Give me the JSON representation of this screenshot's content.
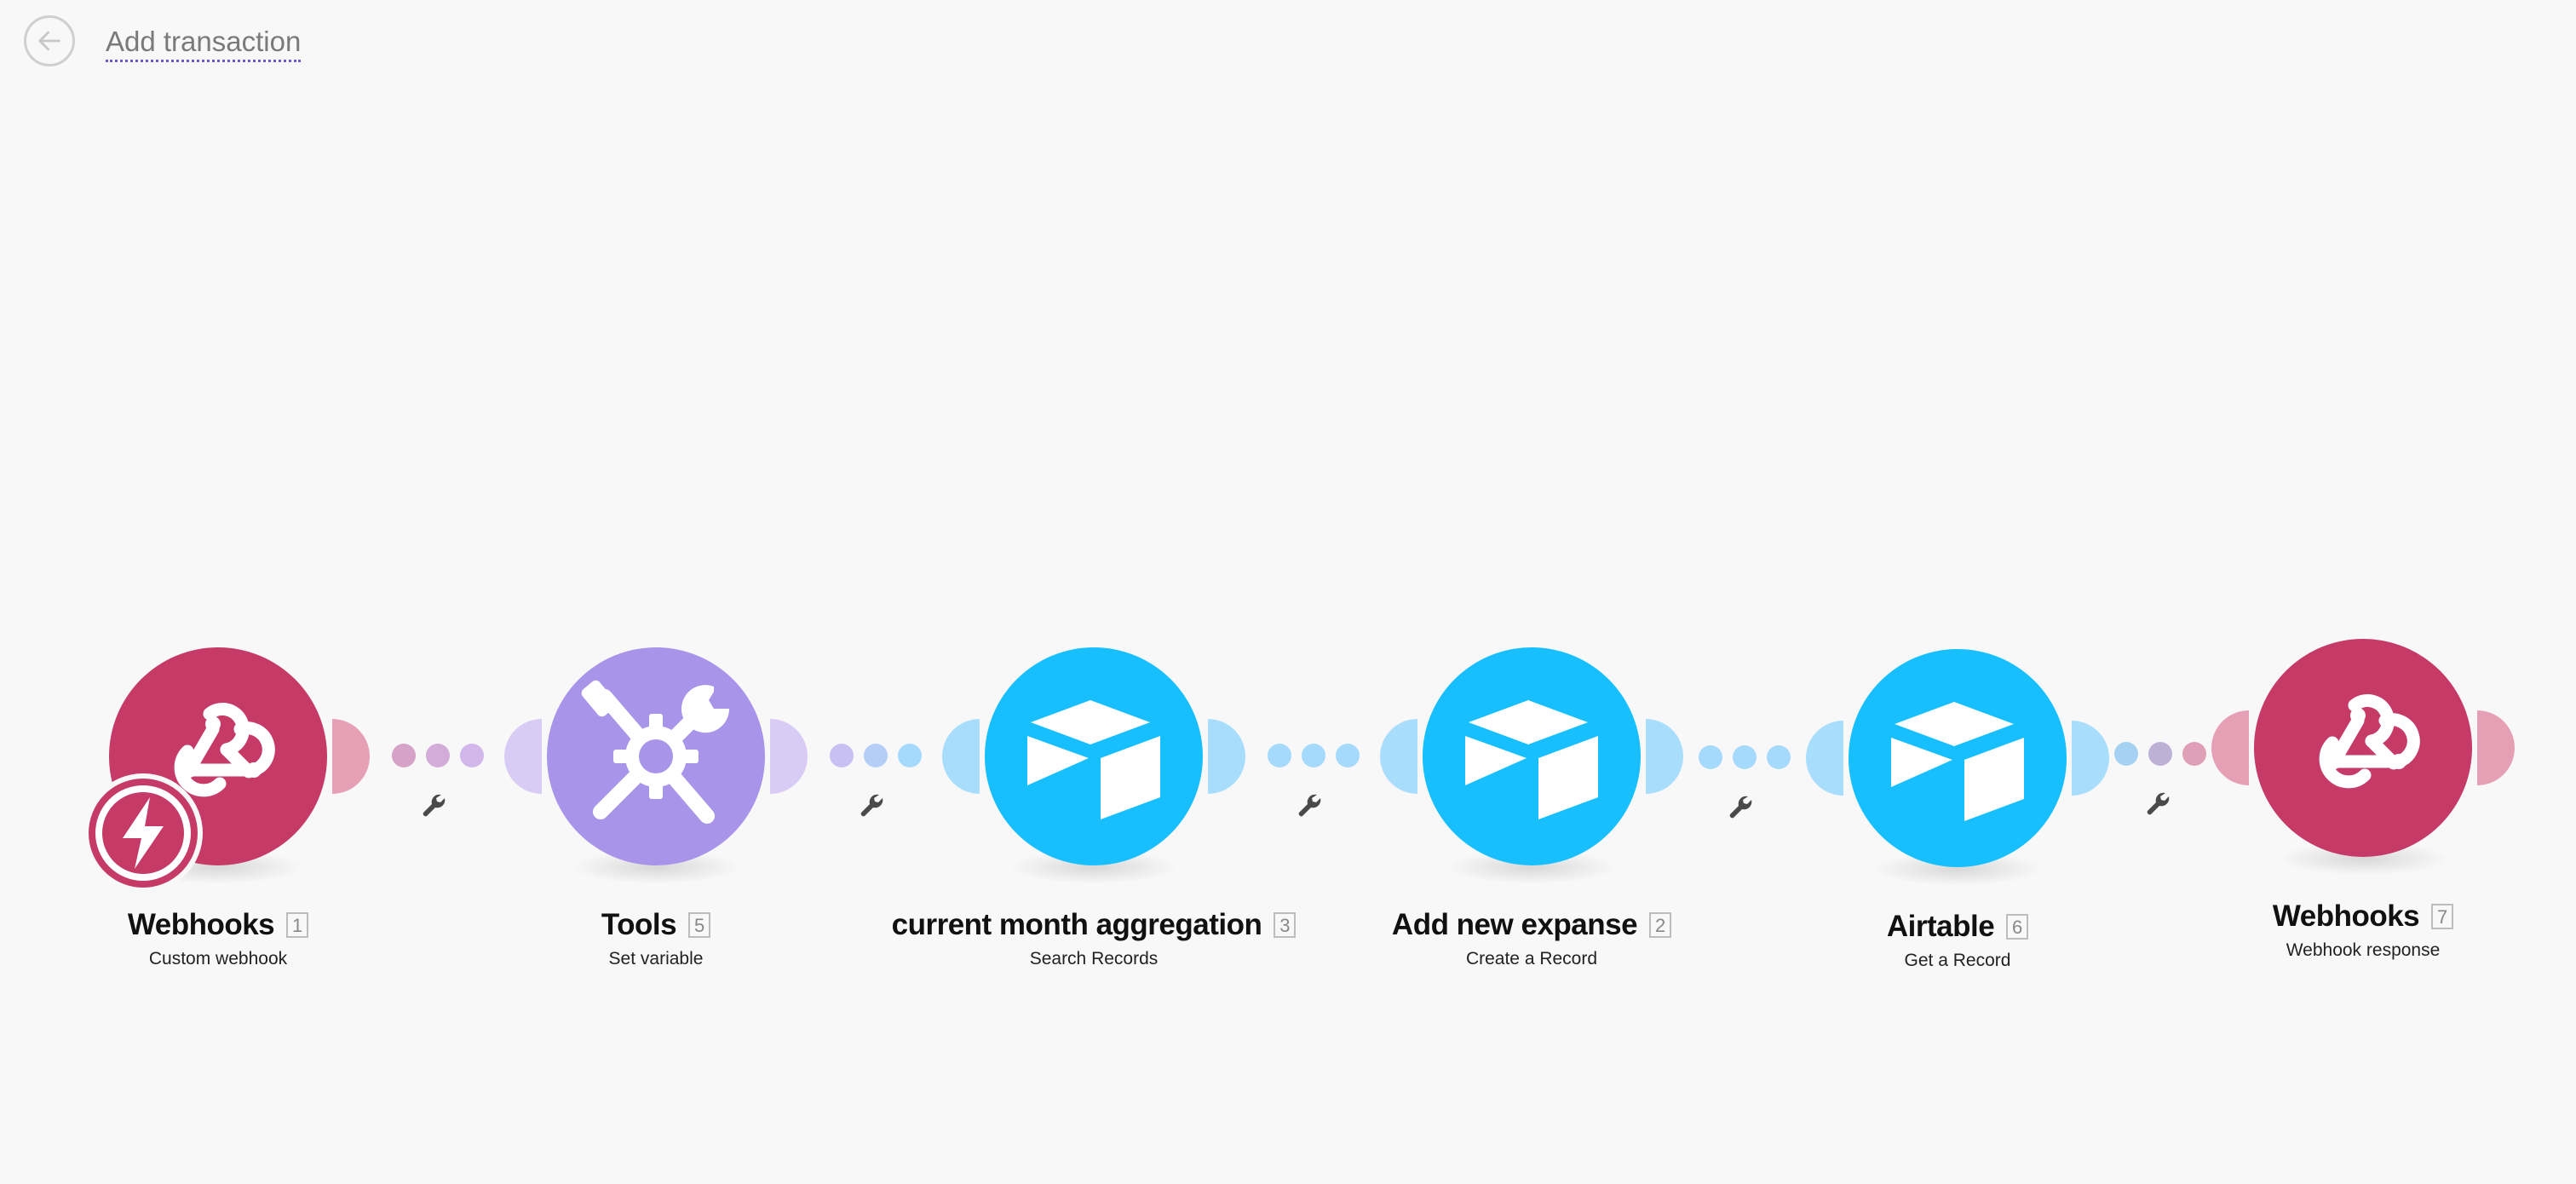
{
  "header": {
    "back_icon": "arrow-left-icon",
    "scenario_title": "Add transaction"
  },
  "colors": {
    "webhooks": "#c53a67",
    "tools": "#a894e8",
    "airtable": "#18bfff",
    "background": "#f8f8f8"
  },
  "modules": [
    {
      "app": "Webhooks",
      "action": "Custom webhook",
      "number": "1",
      "icon": "webhook-icon",
      "trigger": true
    },
    {
      "app": "Tools",
      "action": "Set variable",
      "number": "5",
      "icon": "tools-icon"
    },
    {
      "app": "current month aggregation",
      "action": "Search Records",
      "number": "3",
      "icon": "airtable-icon"
    },
    {
      "app": "Add new expanse",
      "action": "Create a Record",
      "number": "2",
      "icon": "airtable-icon"
    },
    {
      "app": "Airtable",
      "action": "Get a Record",
      "number": "6",
      "icon": "airtable-icon"
    },
    {
      "app": "Webhooks",
      "action": "Webhook response",
      "number": "7",
      "icon": "webhook-icon"
    }
  ],
  "connections": [
    {
      "icon": "wrench-icon"
    },
    {
      "icon": "wrench-icon"
    },
    {
      "icon": "wrench-icon"
    },
    {
      "icon": "wrench-icon"
    },
    {
      "icon": "wrench-icon"
    }
  ]
}
